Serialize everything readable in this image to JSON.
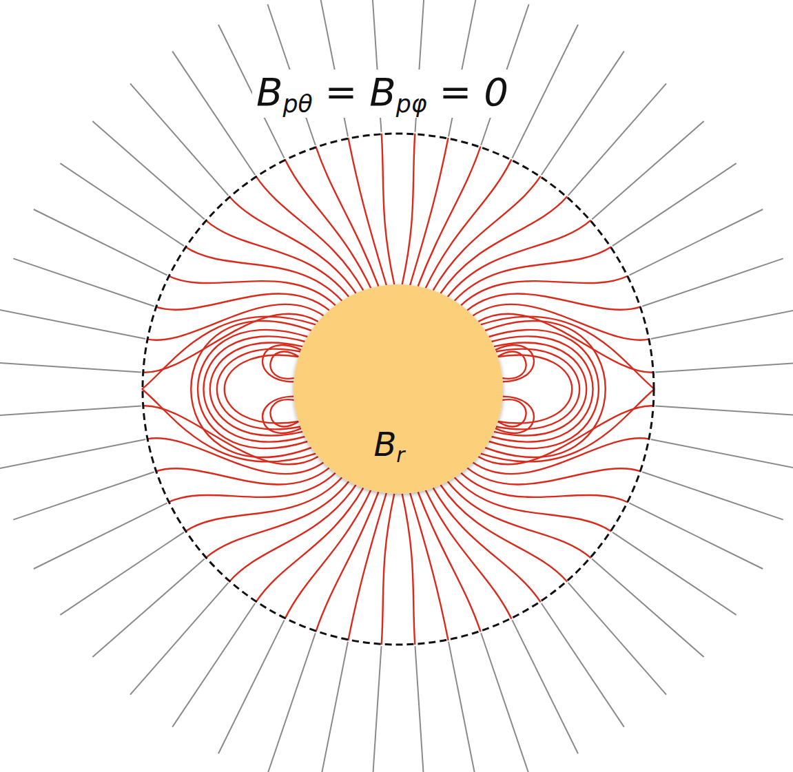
{
  "diagram": {
    "nodes": [
      {
        "text": [
          "Bpθ = Bpφ = 0"
        ]
      },
      {
        "text": [
          "Br"
        ],
        "in": 0
      }
    ]
  }
}
